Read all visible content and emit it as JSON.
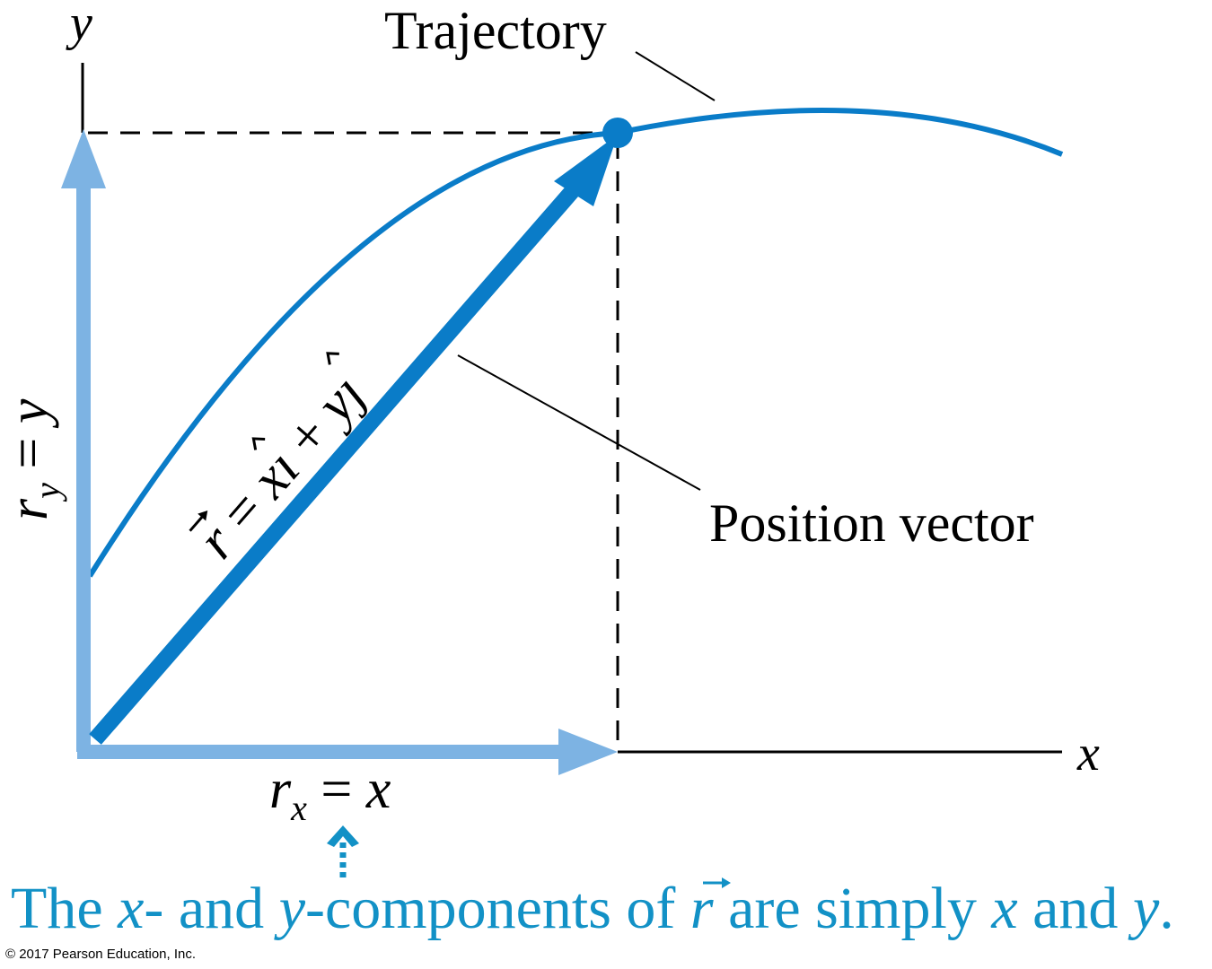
{
  "labels": {
    "y_axis": "y",
    "x_axis": "x",
    "trajectory": "Trajectory",
    "position_vector": "Position vector",
    "ry_r": "r",
    "ry_sub": "y",
    "ry_eq": " = ",
    "ry_val": "y",
    "rx_r": "r",
    "rx_sub": "x",
    "rx_eq": " = ",
    "rx_val": "x",
    "vec_r": "r",
    "vec_eq": " = ",
    "vec_x": "x",
    "vec_i": "ı",
    "vec_plus": " + ",
    "vec_y": "y",
    "vec_j": "ȷ"
  },
  "caption": {
    "p1": "The ",
    "x": "x",
    "p2": "- and ",
    "y": "y",
    "p3": "-components of ",
    "r": "r",
    "p4": " are simply ",
    "x2": "x",
    "p5": " and ",
    "y2": "y",
    "p6": "."
  },
  "copyright": "© 2017 Pearson Education, Inc.",
  "colors": {
    "trajectory": "#0a7cc8",
    "position_vector": "#0a7cc8",
    "components": "#7db3e3",
    "caption": "#1291c6",
    "axes": "#000000"
  }
}
